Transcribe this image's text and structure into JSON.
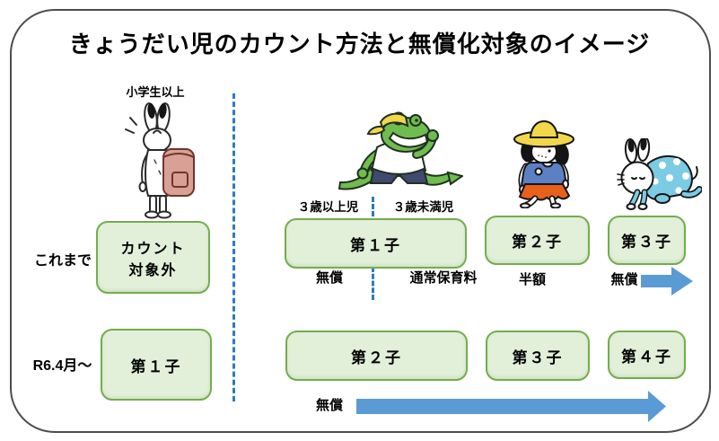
{
  "title": "きょうだい児のカウント方法と無償化対象のイメージ",
  "colors": {
    "green_box_fill": "#e2efd9",
    "green_box_border": "#73ad4d",
    "arrow_blue": "#5b9bd5",
    "dashed_line_blue": "#2e79c5",
    "frame_border": "#4d4d4d",
    "backpack_pink": "#d9a095",
    "frog_green": "#6fbc4f",
    "hat_yellow": "#f2d74b",
    "shirt_blue": "#5b80c4",
    "skirt_orange": "#e8611c",
    "romper_blue": "#7ccbe4"
  },
  "left_panel": {
    "age_label": "小学生以上",
    "before": {
      "row_label": "これまで",
      "box_line1": "カウント",
      "box_line2": "対象外"
    },
    "after": {
      "row_label": "R6.4月～",
      "box_label": "第１子"
    }
  },
  "right_panel": {
    "age_over3": "３歳以上児",
    "age_under3": "３歳未満児",
    "row_current": {
      "first_child": "第１子",
      "second_child": "第２子",
      "third_child": "第３子",
      "fee_over3": "無償",
      "fee_under3": "通常保育料",
      "fee_second": "半額",
      "fee_third": "無償"
    },
    "row_new": {
      "second_child": "第２子",
      "third_child": "第３子",
      "fourth_child": "第４子",
      "fee_all": "無償"
    }
  },
  "illustrations": {
    "rabbit": "rabbit-with-school-backpack",
    "frog": "frog-running-in-cap",
    "girl": "girl-in-yellow-hat",
    "baby": "baby-rabbit-crawling"
  }
}
